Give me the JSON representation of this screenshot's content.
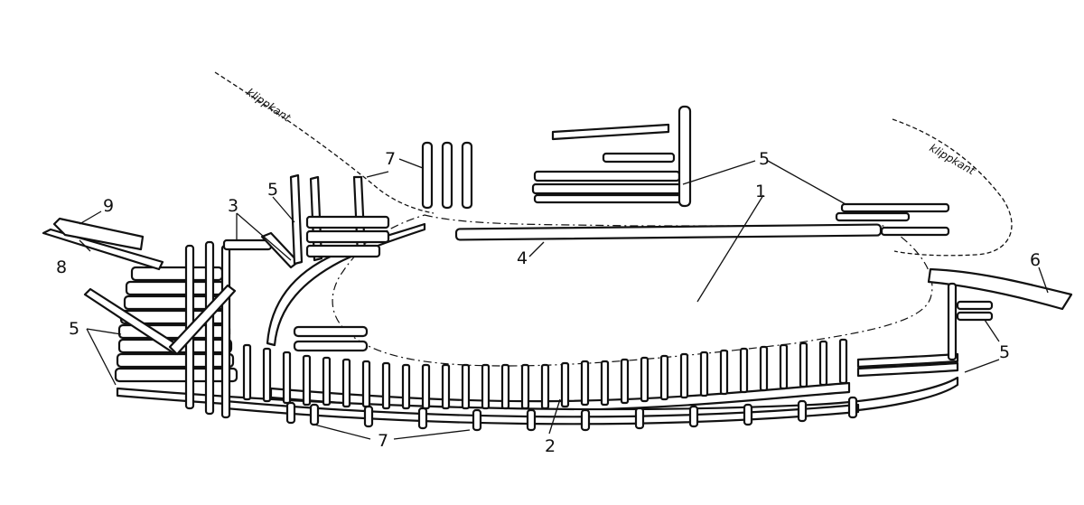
{
  "annotations": {
    "cliff_edge": "klippkant",
    "labels": [
      "1",
      "2",
      "3",
      "4",
      "5",
      "6",
      "7",
      "8",
      "9"
    ]
  }
}
